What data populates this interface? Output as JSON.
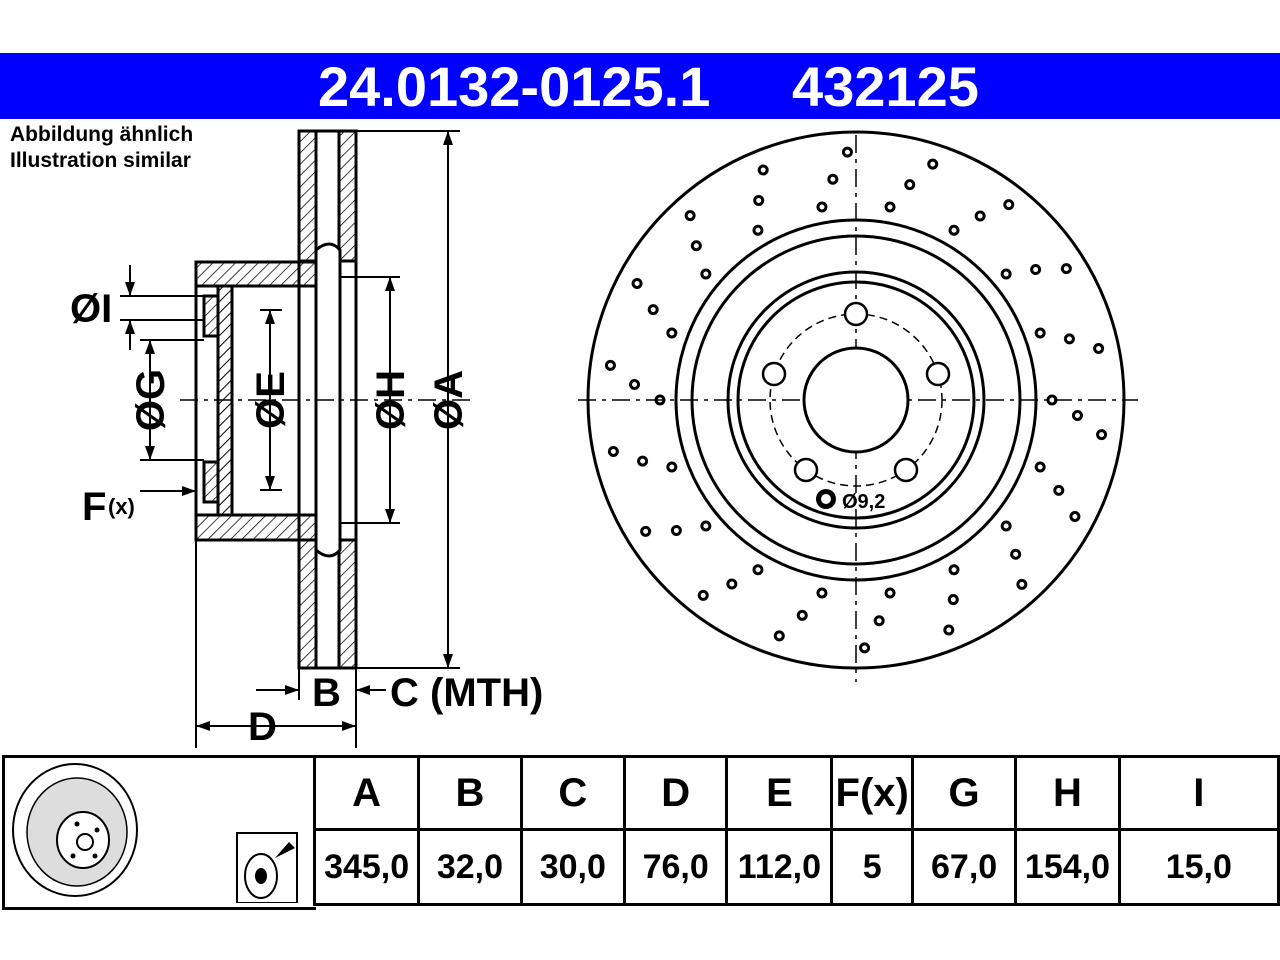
{
  "header": {
    "part_number": "24.0132-0125.1",
    "reference": "432125",
    "bar_color": "#0000ff"
  },
  "notes": {
    "line1": "Abbildung ähnlich",
    "line2": "Illustration similar"
  },
  "diagram": {
    "labels": {
      "I": "ØI",
      "G": "ØG",
      "E": "ØE",
      "H": "ØH",
      "A": "ØA",
      "F": "F",
      "F_sub": "(x)",
      "B": "B",
      "C": "C (MTH)",
      "D": "D",
      "bore": "Ø9,2"
    }
  },
  "spec_table": {
    "headers": [
      {
        "key": "A",
        "label": "A"
      },
      {
        "key": "B",
        "label": "B"
      },
      {
        "key": "C",
        "label": "C"
      },
      {
        "key": "D",
        "label": "D"
      },
      {
        "key": "E",
        "label": "E"
      },
      {
        "key": "F",
        "label": "F(x)"
      },
      {
        "key": "G",
        "label": "G"
      },
      {
        "key": "H",
        "label": "H"
      },
      {
        "key": "I",
        "label": "I"
      }
    ],
    "values": [
      "345,0",
      "32,0",
      "30,0",
      "76,0",
      "112,0",
      "5",
      "67,0",
      "154,0",
      "15,0"
    ]
  }
}
